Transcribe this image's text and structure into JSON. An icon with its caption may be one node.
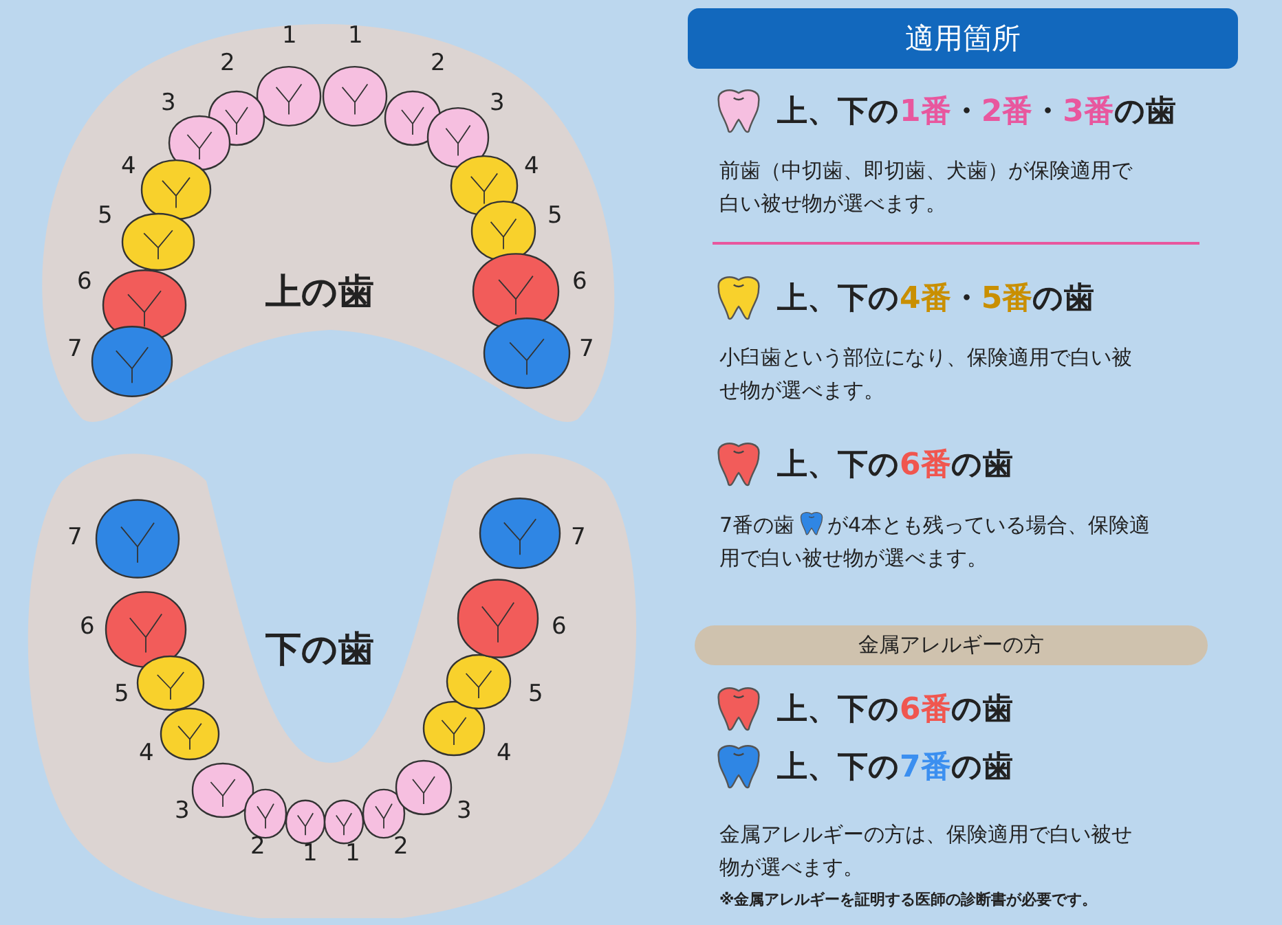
{
  "diagram": {
    "nodes": [
      {
        "text": [
          "上の歯"
        ]
      },
      {
        "text": [
          "下の歯"
        ]
      },
      {
        "text": [
          "適用箇所"
        ]
      },
      {
        "text": [
          "金属アレルギーの方"
        ]
      }
    ],
    "labels": [
      "1",
      "1",
      "2",
      "2",
      "3",
      "3",
      "4",
      "4",
      "5",
      "5",
      "6",
      "6",
      "7",
      "7",
      "7",
      "7",
      "6",
      "6",
      "5",
      "5",
      "4",
      "4",
      "3",
      "3",
      "2",
      "1",
      "1",
      "2",
      "上、下の1番・2番・3番の歯",
      "前歯（中切歯、即切歯、犬歯）が保険適用で白い被せ物が選べます。",
      "上、下の4番・5番の歯",
      "小臼歯という部位になり、保険適用で白い被せ物が選べます。",
      "上、下の6番の歯",
      "7番の歯",
      "が4本とも残っている場合、保険適用で白い被せ物が選べます。",
      "上、下の6番の歯",
      "上、下の7番の歯",
      "金属アレルギーの方は、保険適用で白い被せ物が選べます。",
      "※金属アレルギーを証明する医師の診断書が必要です。"
    ]
  }
}
